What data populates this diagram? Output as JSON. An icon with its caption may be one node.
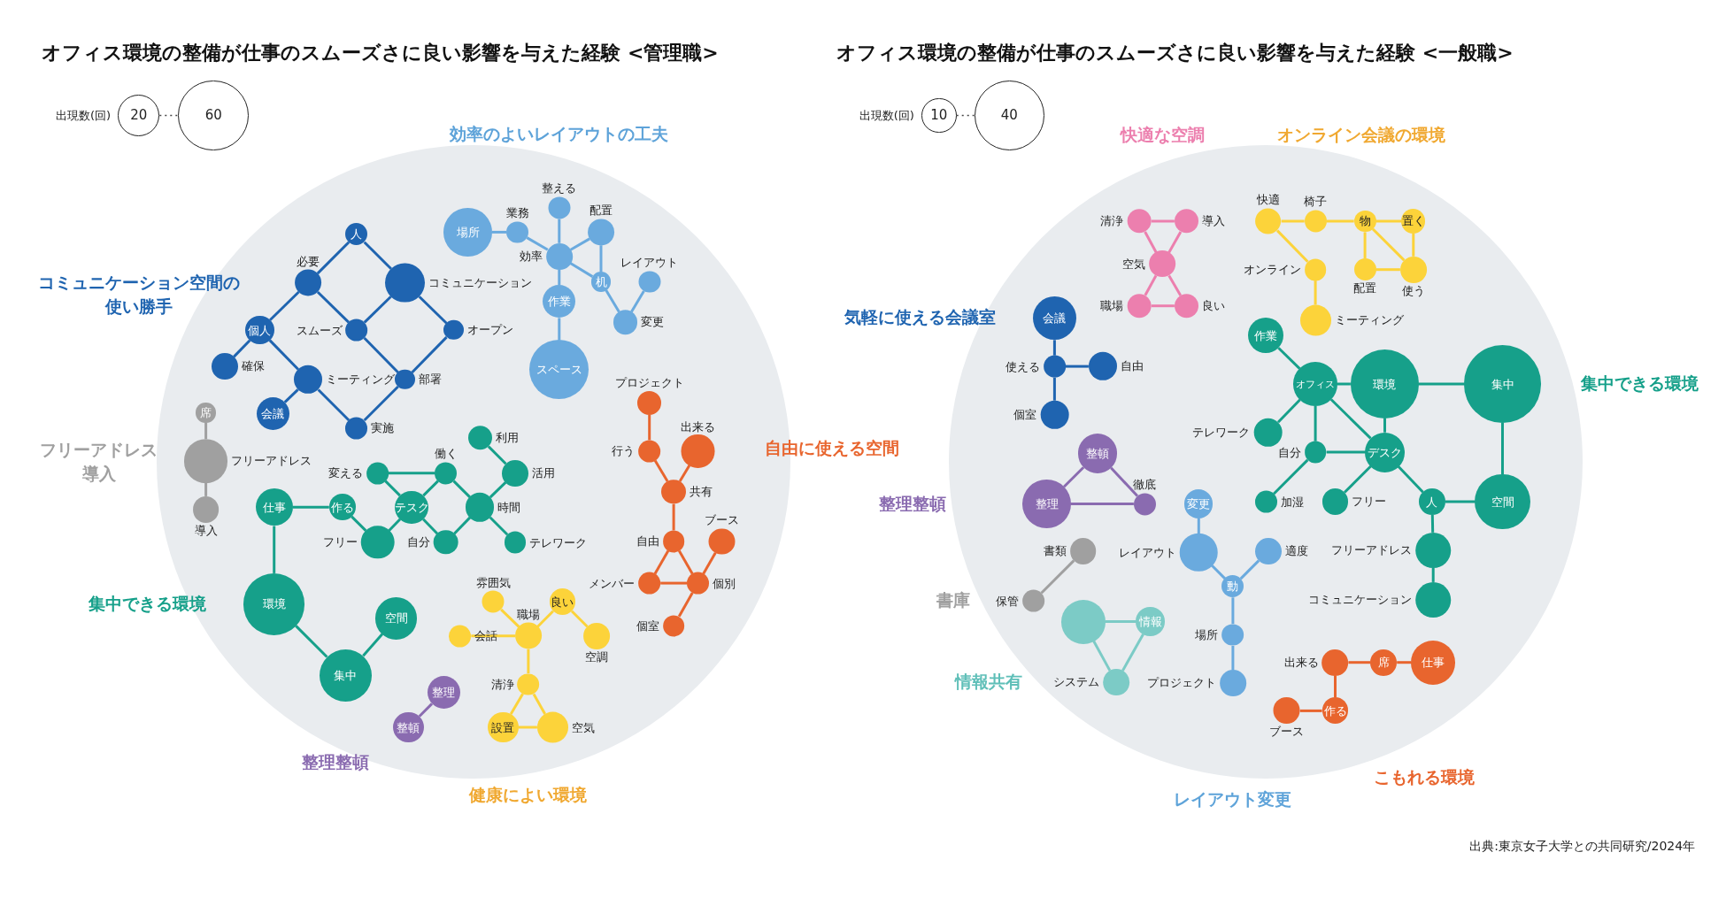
{
  "diagram": {
    "caption": "出典:東京女子大学との共同研究/2024年",
    "nodes": [
      {
        "text": [],
        "shape": "circle"
      },
      {
        "text": [
          "20"
        ],
        "beside": [
          "出現数(回)"
        ]
      },
      {
        "text": [
          "60"
        ]
      },
      {
        "text": [
          "人"
        ],
        "in": 0
      },
      {
        "text": [
          "必要"
        ],
        "in": 0
      },
      {
        "text": [
          "コミュニケーション"
        ],
        "in": 0
      },
      {
        "text": [
          "個人"
        ],
        "in": 0
      },
      {
        "text": [
          "スムーズ"
        ],
        "in": 0
      },
      {
        "text": [
          "オープン"
        ],
        "in": 0
      },
      {
        "text": [
          "確保"
        ],
        "in": 0
      },
      {
        "text": [
          "ミーティング"
        ],
        "in": 0
      },
      {
        "text": [
          "部署"
        ],
        "in": 0
      },
      {
        "text": [
          "会議"
        ],
        "in": 0
      },
      {
        "text": [
          "実施"
        ],
        "in": 0
      },
      {
        "text": [
          "整える"
        ],
        "in": 0
      },
      {
        "text": [
          "業務"
        ],
        "in": 0
      },
      {
        "text": [
          "配置"
        ],
        "in": 0
      },
      {
        "text": [
          "場所"
        ],
        "in": 0
      },
      {
        "text": [
          "効率"
        ],
        "in": 0
      },
      {
        "text": [
          "レイアウト"
        ],
        "in": 0
      },
      {
        "text": [
          "机"
        ],
        "in": 0
      },
      {
        "text": [
          "作業"
        ],
        "in": 0
      },
      {
        "text": [
          "変更"
        ],
        "in": 0
      },
      {
        "text": [
          "スペース"
        ],
        "in": 0
      },
      {
        "text": [
          "席"
        ],
        "in": 0
      },
      {
        "text": [
          "フリーアドレス"
        ],
        "in": 0
      },
      {
        "text": [
          "導入"
        ],
        "in": 0
      },
      {
        "text": [
          "利用"
        ],
        "in": 0
      },
      {
        "text": [
          "働く"
        ],
        "in": 0
      },
      {
        "text": [
          "変える"
        ],
        "in": 0
      },
      {
        "text": [
          "活用"
        ],
        "in": 0
      },
      {
        "text": [
          "仕事"
        ],
        "in": 0
      },
      {
        "text": [
          "作る"
        ],
        "in": 0
      },
      {
        "text": [
          "テスク"
        ],
        "in": 0
      },
      {
        "text": [
          "時間"
        ],
        "in": 0
      },
      {
        "text": [
          "フリー"
        ],
        "in": 0
      },
      {
        "text": [
          "自分"
        ],
        "in": 0
      },
      {
        "text": [
          "テレワーク"
        ],
        "in": 0
      },
      {
        "text": [
          "環境"
        ],
        "in": 0
      },
      {
        "text": [
          "空間"
        ],
        "in": 0
      },
      {
        "text": [
          "集中"
        ],
        "in": 0
      },
      {
        "text": [
          "プロジェクト"
        ],
        "in": 0
      },
      {
        "text": [
          "出来る"
        ],
        "in": 0
      },
      {
        "text": [
          "行う"
        ],
        "in": 0
      },
      {
        "text": [
          "共有"
        ],
        "in": 0
      },
      {
        "text": [
          "ブース"
        ],
        "in": 0
      },
      {
        "text": [
          "自由"
        ],
        "in": 0
      },
      {
        "text": [
          "メンバー"
        ],
        "in": 0
      },
      {
        "text": [
          "個別"
        ],
        "in": 0
      },
      {
        "text": [
          "個室"
        ],
        "in": 0
      },
      {
        "text": [
          "雰囲気"
        ],
        "in": 0
      },
      {
        "text": [
          "良い"
        ],
        "in": 0
      },
      {
        "text": [
          "職場"
        ],
        "in": 0
      },
      {
        "text": [
          "会話"
        ],
        "in": 0
      },
      {
        "text": [
          "空調"
        ],
        "in": 0
      },
      {
        "text": [
          "清浄"
        ],
        "in": 0
      },
      {
        "text": [
          "設置"
        ],
        "in": 0
      },
      {
        "text": [
          "空気"
        ],
        "in": 0
      },
      {
        "text": [
          "整理"
        ],
        "in": 0
      },
      {
        "text": [
          "整頓"
        ],
        "in": 0
      },
      {
        "text": [],
        "shape": "circle"
      },
      {
        "text": [
          "10"
        ],
        "beside": [
          "出現数(回)"
        ]
      },
      {
        "text": [
          "40"
        ]
      },
      {
        "text": [
          "清浄"
        ],
        "in": 60
      },
      {
        "text": [
          "導入"
        ],
        "in": 60
      },
      {
        "text": [
          "空気"
        ],
        "in": 60
      },
      {
        "text": [
          "職場"
        ],
        "in": 60
      },
      {
        "text": [
          "良い"
        ],
        "in": 60
      },
      {
        "text": [
          "快適"
        ],
        "in": 60
      },
      {
        "text": [
          "椅子"
        ],
        "in": 60
      },
      {
        "text": [
          "物"
        ],
        "in": 60
      },
      {
        "text": [
          "置く"
        ],
        "in": 60
      },
      {
        "text": [
          "オンライン"
        ],
        "in": 60
      },
      {
        "text": [
          "配置"
        ],
        "in": 60
      },
      {
        "text": [
          "使う"
        ],
        "in": 60
      },
      {
        "text": [
          "ミーティング"
        ],
        "in": 60
      },
      {
        "text": [
          "会議"
        ],
        "in": 60
      },
      {
        "text": [
          "使える"
        ],
        "in": 60
      },
      {
        "text": [
          "自由"
        ],
        "in": 60
      },
      {
        "text": [
          "個室"
        ],
        "in": 60
      },
      {
        "text": [
          "作業"
        ],
        "in": 60
      },
      {
        "text": [
          "オフィス"
        ],
        "in": 60
      },
      {
        "text": [
          "環境"
        ],
        "in": 60
      },
      {
        "text": [
          "集中"
        ],
        "in": 60
      },
      {
        "text": [
          "テレワーク"
        ],
        "in": 60
      },
      {
        "text": [
          "自分"
        ],
        "in": 60
      },
      {
        "text": [
          "デスク"
        ],
        "in": 60
      },
      {
        "text": [
          "加湿"
        ],
        "in": 60
      },
      {
        "text": [
          "フリー"
        ],
        "in": 60
      },
      {
        "text": [
          "人"
        ],
        "in": 60
      },
      {
        "text": [
          "空間"
        ],
        "in": 60
      },
      {
        "text": [
          "フリーアドレス"
        ],
        "in": 60
      },
      {
        "text": [
          "コミュニケーション"
        ],
        "in": 60
      },
      {
        "text": [
          "整頓"
        ],
        "in": 60
      },
      {
        "text": [
          "徹底"
        ],
        "in": 60
      },
      {
        "text": [
          "整理"
        ],
        "in": 60
      },
      {
        "text": [
          "変更"
        ],
        "in": 60
      },
      {
        "text": [
          "レイアウト"
        ],
        "in": 60
      },
      {
        "text": [
          "適度"
        ],
        "in": 60
      },
      {
        "text": [
          "動"
        ],
        "in": 60
      },
      {
        "text": [
          "場所"
        ],
        "in": 60
      },
      {
        "text": [
          "プロジェクト"
        ],
        "in": 60
      },
      {
        "text": [
          "書類"
        ],
        "in": 60
      },
      {
        "text": [
          "保管"
        ],
        "in": 60
      },
      {
        "text": [],
        "shape": "circle",
        "in": 60
      },
      {
        "text": [
          "情報"
        ],
        "in": 60
      },
      {
        "text": [
          "システム"
        ],
        "in": 60
      },
      {
        "text": [
          "出来る"
        ],
        "in": 60
      },
      {
        "text": [
          "席"
        ],
        "in": 60
      },
      {
        "text": [
          "仕事"
        ],
        "in": 60
      },
      {
        "text": [
          "ブース"
        ],
        "in": 60
      },
      {
        "text": [
          "作る"
        ],
        "in": 60
      }
    ],
    "edges": [
      {
        "from": 1,
        "to": 2,
        "arrow": "none",
        "style": "dashed",
        "color": "#444444"
      },
      {
        "from": 3,
        "to": 4,
        "arrow": "none",
        "color": "#1f64b0"
      },
      {
        "from": 3,
        "to": 5,
        "arrow": "none",
        "color": "#1f64b0"
      },
      {
        "from": 4,
        "to": 6,
        "arrow": "none",
        "color": "#1f64b0"
      },
      {
        "from": 4,
        "to": 7,
        "arrow": "none",
        "color": "#1f64b0"
      },
      {
        "from": 5,
        "to": 7,
        "arrow": "none",
        "color": "#1f64b0"
      },
      {
        "from": 5,
        "to": 8,
        "arrow": "none",
        "color": "#1f64b0"
      },
      {
        "from": 6,
        "to": 9,
        "arrow": "none",
        "color": "#1f64b0"
      },
      {
        "from": 6,
        "to": 10,
        "arrow": "none",
        "color": "#1f64b0"
      },
      {
        "from": 7,
        "to": 11,
        "arrow": "none",
        "color": "#1f64b0"
      },
      {
        "from": 8,
        "to": 11,
        "arrow": "none",
        "color": "#1f64b0"
      },
      {
        "from": 10,
        "to": 12,
        "arrow": "none",
        "color": "#1f64b0"
      },
      {
        "from": 10,
        "to": 13,
        "arrow": "none",
        "color": "#1f64b0"
      },
      {
        "from": 11,
        "to": 13,
        "arrow": "none",
        "color": "#1f64b0"
      },
      {
        "from": 17,
        "to": 15,
        "arrow": "none",
        "color": "#6aaade"
      },
      {
        "from": 15,
        "to": 18,
        "arrow": "none",
        "color": "#6aaade"
      },
      {
        "from": 14,
        "to": 18,
        "arrow": "none",
        "color": "#6aaade"
      },
      {
        "from": 16,
        "to": 18,
        "arrow": "none",
        "color": "#6aaade"
      },
      {
        "from": 16,
        "to": 20,
        "arrow": "none",
        "color": "#6aaade"
      },
      {
        "from": 18,
        "to": 20,
        "arrow": "none",
        "color": "#6aaade"
      },
      {
        "from": 18,
        "to": 21,
        "arrow": "none",
        "color": "#6aaade"
      },
      {
        "from": 21,
        "to": 23,
        "arrow": "none",
        "color": "#6aaade"
      },
      {
        "from": 20,
        "to": 22,
        "arrow": "none",
        "color": "#6aaade"
      },
      {
        "from": 19,
        "to": 22,
        "arrow": "none",
        "color": "#6aaade"
      },
      {
        "from": 24,
        "to": 25,
        "arrow": "none",
        "color": "#a0a0a0"
      },
      {
        "from": 25,
        "to": 26,
        "arrow": "none",
        "color": "#a0a0a0"
      },
      {
        "from": 29,
        "to": 28,
        "arrow": "none",
        "color": "#16a08a"
      },
      {
        "from": 29,
        "to": 33,
        "arrow": "none",
        "color": "#16a08a"
      },
      {
        "from": 33,
        "to": 28,
        "arrow": "none",
        "color": "#16a08a"
      },
      {
        "from": 28,
        "to": 34,
        "arrow": "none",
        "color": "#16a08a"
      },
      {
        "from": 27,
        "to": 30,
        "arrow": "none",
        "color": "#16a08a"
      },
      {
        "from": 30,
        "to": 34,
        "arrow": "none",
        "color": "#16a08a"
      },
      {
        "from": 33,
        "to": 36,
        "arrow": "none",
        "color": "#16a08a"
      },
      {
        "from": 36,
        "to": 34,
        "arrow": "none",
        "color": "#16a08a"
      },
      {
        "from": 34,
        "to": 37,
        "arrow": "none",
        "color": "#16a08a"
      },
      {
        "from": 31,
        "to": 32,
        "arrow": "none",
        "color": "#16a08a"
      },
      {
        "from": 32,
        "to": 35,
        "arrow": "none",
        "color": "#16a08a"
      },
      {
        "from": 35,
        "to": 33,
        "arrow": "none",
        "color": "#16a08a"
      },
      {
        "from": 31,
        "to": 38,
        "arrow": "none",
        "color": "#16a08a"
      },
      {
        "from": 38,
        "to": 40,
        "arrow": "none",
        "color": "#16a08a"
      },
      {
        "from": 40,
        "to": 39,
        "arrow": "none",
        "color": "#16a08a"
      },
      {
        "from": 41,
        "to": 43,
        "arrow": "none",
        "color": "#e8652e"
      },
      {
        "from": 43,
        "to": 44,
        "arrow": "none",
        "color": "#e8652e"
      },
      {
        "from": 42,
        "to": 44,
        "arrow": "none",
        "color": "#e8652e"
      },
      {
        "from": 44,
        "to": 46,
        "arrow": "none",
        "color": "#e8652e"
      },
      {
        "from": 46,
        "to": 47,
        "arrow": "none",
        "color": "#e8652e"
      },
      {
        "from": 46,
        "to": 48,
        "arrow": "none",
        "color": "#e8652e"
      },
      {
        "from": 47,
        "to": 48,
        "arrow": "none",
        "color": "#e8652e"
      },
      {
        "from": 45,
        "to": 48,
        "arrow": "none",
        "color": "#e8652e"
      },
      {
        "from": 48,
        "to": 49,
        "arrow": "none",
        "color": "#e8652e"
      },
      {
        "from": 50,
        "to": 52,
        "arrow": "none",
        "color": "#fcd33a"
      },
      {
        "from": 53,
        "to": 52,
        "arrow": "none",
        "color": "#fcd33a"
      },
      {
        "from": 52,
        "to": 51,
        "arrow": "none",
        "color": "#fcd33a"
      },
      {
        "from": 51,
        "to": 54,
        "arrow": "none",
        "color": "#fcd33a"
      },
      {
        "from": 52,
        "to": 55,
        "arrow": "none",
        "color": "#fcd33a"
      },
      {
        "from": 55,
        "to": 56,
        "arrow": "none",
        "color": "#fcd33a"
      },
      {
        "from": 55,
        "to": 57,
        "arrow": "none",
        "color": "#fcd33a"
      },
      {
        "from": 56,
        "to": 57,
        "arrow": "none",
        "color": "#fcd33a"
      },
      {
        "from": 58,
        "to": 59,
        "arrow": "none",
        "color": "#8a6bb0"
      },
      {
        "from": 61,
        "to": 62,
        "arrow": "none",
        "style": "dashed",
        "color": "#444444"
      },
      {
        "from": 63,
        "to": 64,
        "arrow": "none",
        "color": "#ec7fae"
      },
      {
        "from": 63,
        "to": 65,
        "arrow": "none",
        "color": "#ec7fae"
      },
      {
        "from": 64,
        "to": 65,
        "arrow": "none",
        "color": "#ec7fae"
      },
      {
        "from": 65,
        "to": 66,
        "arrow": "none",
        "color": "#ec7fae"
      },
      {
        "from": 65,
        "to": 67,
        "arrow": "none",
        "color": "#ec7fae"
      },
      {
        "from": 66,
        "to": 67,
        "arrow": "none",
        "color": "#ec7fae"
      },
      {
        "from": 68,
        "to": 69,
        "arrow": "none",
        "color": "#fcd33a"
      },
      {
        "from": 69,
        "to": 70,
        "arrow": "none",
        "color": "#fcd33a"
      },
      {
        "from": 70,
        "to": 71,
        "arrow": "none",
        "color": "#fcd33a"
      },
      {
        "from": 68,
        "to": 72,
        "arrow": "none",
        "color": "#fcd33a"
      },
      {
        "from": 72,
        "to": 75,
        "arrow": "none",
        "color": "#fcd33a"
      },
      {
        "from": 70,
        "to": 73,
        "arrow": "none",
        "color": "#fcd33a"
      },
      {
        "from": 70,
        "to": 74,
        "arrow": "none",
        "color": "#fcd33a"
      },
      {
        "from": 71,
        "to": 74,
        "arrow": "none",
        "color": "#fcd33a"
      },
      {
        "from": 73,
        "to": 74,
        "arrow": "none",
        "color": "#fcd33a"
      },
      {
        "from": 76,
        "to": 77,
        "arrow": "none",
        "color": "#1f64b0"
      },
      {
        "from": 77,
        "to": 78,
        "arrow": "none",
        "color": "#1f64b0"
      },
      {
        "from": 77,
        "to": 79,
        "arrow": "none",
        "color": "#1f64b0"
      },
      {
        "from": 80,
        "to": 81,
        "arrow": "none",
        "color": "#16a08a"
      },
      {
        "from": 81,
        "to": 82,
        "arrow": "none",
        "color": "#16a08a"
      },
      {
        "from": 82,
        "to": 83,
        "arrow": "none",
        "color": "#16a08a"
      },
      {
        "from": 81,
        "to": 84,
        "arrow": "none",
        "color": "#16a08a"
      },
      {
        "from": 81,
        "to": 85,
        "arrow": "none",
        "color": "#16a08a"
      },
      {
        "from": 81,
        "to": 86,
        "arrow": "none",
        "color": "#16a08a"
      },
      {
        "from": 82,
        "to": 86,
        "arrow": "none",
        "color": "#16a08a"
      },
      {
        "from": 85,
        "to": 86,
        "arrow": "none",
        "color": "#16a08a"
      },
      {
        "from": 85,
        "to": 87,
        "arrow": "none",
        "color": "#16a08a"
      },
      {
        "from": 86,
        "to": 88,
        "arrow": "none",
        "color": "#16a08a"
      },
      {
        "from": 86,
        "to": 89,
        "arrow": "none",
        "color": "#16a08a"
      },
      {
        "from": 89,
        "to": 90,
        "arrow": "none",
        "color": "#16a08a"
      },
      {
        "from": 83,
        "to": 90,
        "arrow": "none",
        "color": "#16a08a"
      },
      {
        "from": 89,
        "to": 91,
        "arrow": "none",
        "color": "#16a08a"
      },
      {
        "from": 91,
        "to": 92,
        "arrow": "none",
        "color": "#16a08a"
      },
      {
        "from": 93,
        "to": 95,
        "arrow": "none",
        "color": "#8a6bb0"
      },
      {
        "from": 93,
        "to": 94,
        "arrow": "none",
        "color": "#8a6bb0"
      },
      {
        "from": 95,
        "to": 94,
        "arrow": "none",
        "color": "#8a6bb0"
      },
      {
        "from": 96,
        "to": 97,
        "arrow": "none",
        "color": "#6aaade"
      },
      {
        "from": 97,
        "to": 99,
        "arrow": "none",
        "color": "#6aaade"
      },
      {
        "from": 98,
        "to": 99,
        "arrow": "none",
        "color": "#6aaade"
      },
      {
        "from": 99,
        "to": 100,
        "arrow": "none",
        "color": "#6aaade"
      },
      {
        "from": 100,
        "to": 101,
        "arrow": "none",
        "color": "#6aaade"
      },
      {
        "from": 102,
        "to": 103,
        "arrow": "none",
        "color": "#a0a0a0"
      },
      {
        "from": 104,
        "to": 105,
        "arrow": "none",
        "color": "#7ccbc6"
      },
      {
        "from": 104,
        "to": 106,
        "arrow": "none",
        "color": "#7ccbc6"
      },
      {
        "from": 105,
        "to": 106,
        "arrow": "none",
        "color": "#7ccbc6"
      },
      {
        "from": 107,
        "to": 108,
        "arrow": "none",
        "color": "#e8652e"
      },
      {
        "from": 108,
        "to": 109,
        "arrow": "none",
        "color": "#e8652e"
      },
      {
        "from": 107,
        "to": 111,
        "arrow": "none",
        "color": "#e8652e"
      },
      {
        "from": 110,
        "to": 111,
        "arrow": "none",
        "color": "#e8652e"
      }
    ],
    "labels": [
      "オフィス環境の整備が仕事のスムーズさに良い影響を与えた経験 <管理職>",
      "オフィス環境の整備が仕事のスムーズさに良い影響を与えた経験 <一般職>",
      "効率のよいレイアウトの工夫",
      "コミュニケーション空間の使い勝手",
      "フリーアドレス導入",
      "自由に使える空間",
      "集中できる環境",
      "整理整頓",
      "健康によい環境",
      "快適な空調",
      "オンライン会議の環境",
      "気軽に使える会議室",
      "集中できる環境",
      "整理整頓",
      "書庫",
      "情報共有",
      "こもれる環境",
      "レイアウト変更"
    ]
  }
}
